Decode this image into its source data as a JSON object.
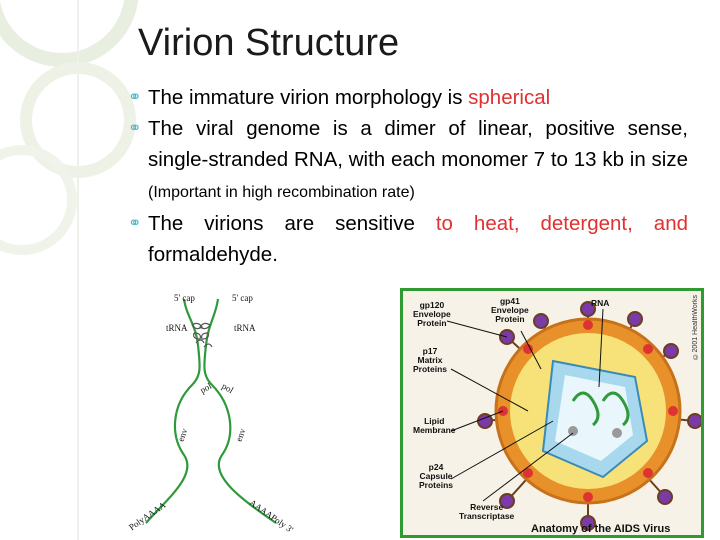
{
  "slide": {
    "title": "Virion Structure",
    "bullets": [
      {
        "text_a": "The immature virion morphology is ",
        "text_red": "spherical"
      },
      {
        "text_a": "The viral genome is a dimer of linear, positive sense, single-stranded RNA, with each monomer 7 to 13 kb in size ",
        "text_small": "(Important in high recombination rate)"
      },
      {
        "text_a": "The virions are sensitive ",
        "text_red": "to heat, detergent, and",
        "text_b": " formaldehyde."
      }
    ]
  },
  "rna_figure": {
    "labels": {
      "cap_left": "5' cap",
      "cap_right": "5' cap",
      "trna_left": "tRNA",
      "trna_right": "tRNA",
      "pol_left": "pol",
      "pol_right": "pol",
      "env_left": "env",
      "env_right": "env",
      "polya_left": "PolyAAAA",
      "polya_right": "AAAAPoly 3'"
    }
  },
  "aids_figure": {
    "labels": {
      "gp120": "gp120\nEnvelope\nProtein",
      "gp41": "gp41\nEnvelope\nProtein",
      "rna": "RNA",
      "p17": "p17\nMatrix\nProteins",
      "lipid": "Lipid\nMembrane",
      "p24": "p24\nCapsule\nProteins",
      "rt": "Reverse\nTranscriptase"
    },
    "caption": "Anatomy of the AIDS Virus",
    "copyright": "©2001 HealthWorks",
    "colors": {
      "border": "#2f9a2f",
      "envelope_ring": "#e8902a",
      "spike_purple": "#7a3aa8",
      "capsid": "#a8d8ee"
    }
  }
}
